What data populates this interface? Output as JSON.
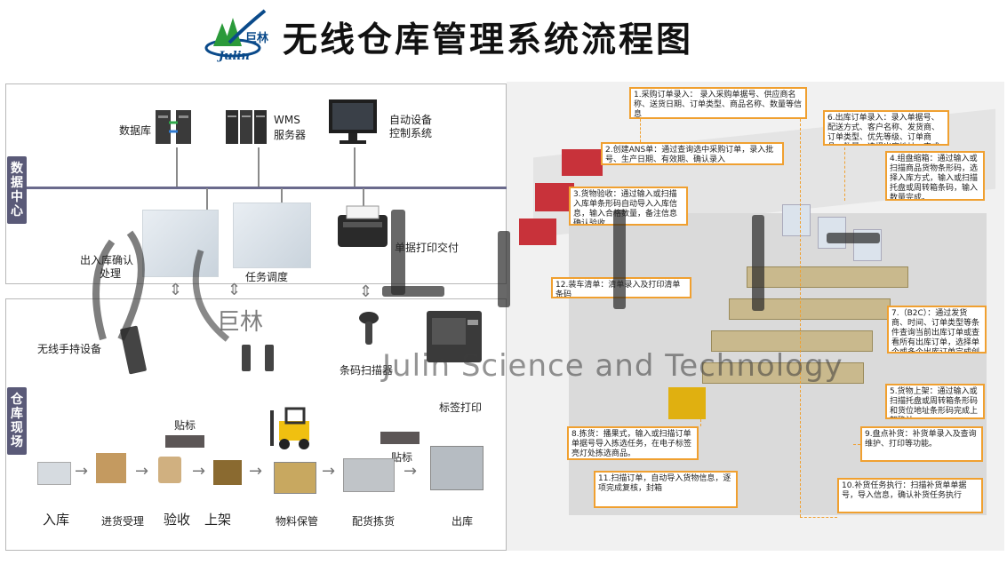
{
  "header": {
    "logo_cn": "巨林",
    "logo_en": "Julin",
    "title": "无线仓库管理系统流程图"
  },
  "data_center": {
    "side_label": "数据中心",
    "database": "数据库",
    "wms_line1": "WMS",
    "wms_line2": "服务器",
    "auto_line1": "自动设备",
    "auto_line2": "控制系统",
    "inbound_confirm_line1": "出入库确认",
    "inbound_confirm_line2": "处理",
    "task_dispatch": "任务调度",
    "receipt_print": "单据打印交付"
  },
  "warehouse_site": {
    "side_label": "仓库现场",
    "handheld": "无线手持设备",
    "barcode_scanner": "条码扫描器",
    "label_print": "标签打印",
    "tag1": "贴标",
    "tag2": "贴标",
    "flow": [
      "入库",
      "进货受理",
      "验收",
      "上架",
      "物料保管",
      "配货拣货",
      "出库"
    ]
  },
  "watermark": {
    "text": "Julin Science and Technology",
    "logo_text": "巨林"
  },
  "notes": [
    {
      "id": "1",
      "text": "1.采购订单录入：\n录入采购单据号、供应商名称、送货日期、订单类型、商品名称、数量等信息"
    },
    {
      "id": "2",
      "text": "2.创建ANS单：通过查询选中采购订单，录入批号、生产日期、有效期、确认录入"
    },
    {
      "id": "3",
      "text": "3.货物验收：通过输入或扫描入库单条形码自动导入入库信息，输入合格数量，备注信息确认验收"
    },
    {
      "id": "4",
      "text": "4.组盘缩箱：通过输入或扫描商品货物条形码，选择入库方式，输入或扫描托盘或周转箱条码，输入数量完成。"
    },
    {
      "id": "5",
      "text": "5.货物上架：通过输入或扫描托盘或周转箱条形码和货位地址条形码完成上架确认。"
    },
    {
      "id": "6",
      "text": "6.出库订单录入：录入单据号、配送方式、客户名称、发货商、订单类型、优先等级、订单商品、数量、选择出库地址，完成确认"
    },
    {
      "id": "7",
      "text": "7.（B2C）：通过发货商、时间、订单类型等条件查询当前出库订单或查看所有出库订单，选择单个或多个出库订单完成创建新波次。"
    },
    {
      "id": "8",
      "text": "8.拣货：播果式，输入或扫描订单单据号导入拣选任务，在电子标签亮灯处拣选商品。"
    },
    {
      "id": "9",
      "text": "9.盘点补货：补货单录入及查询维护、打印等功能。"
    },
    {
      "id": "10",
      "text": "10.补货任务执行：扫描补货单单据号，导入信息，确认补货任务执行"
    },
    {
      "id": "11",
      "text": "11.扫描订单，自动导入货物信息，逐项完成复核，封箱"
    },
    {
      "id": "12",
      "text": "12.装车清单：清单录入及打印清单条码"
    }
  ]
}
